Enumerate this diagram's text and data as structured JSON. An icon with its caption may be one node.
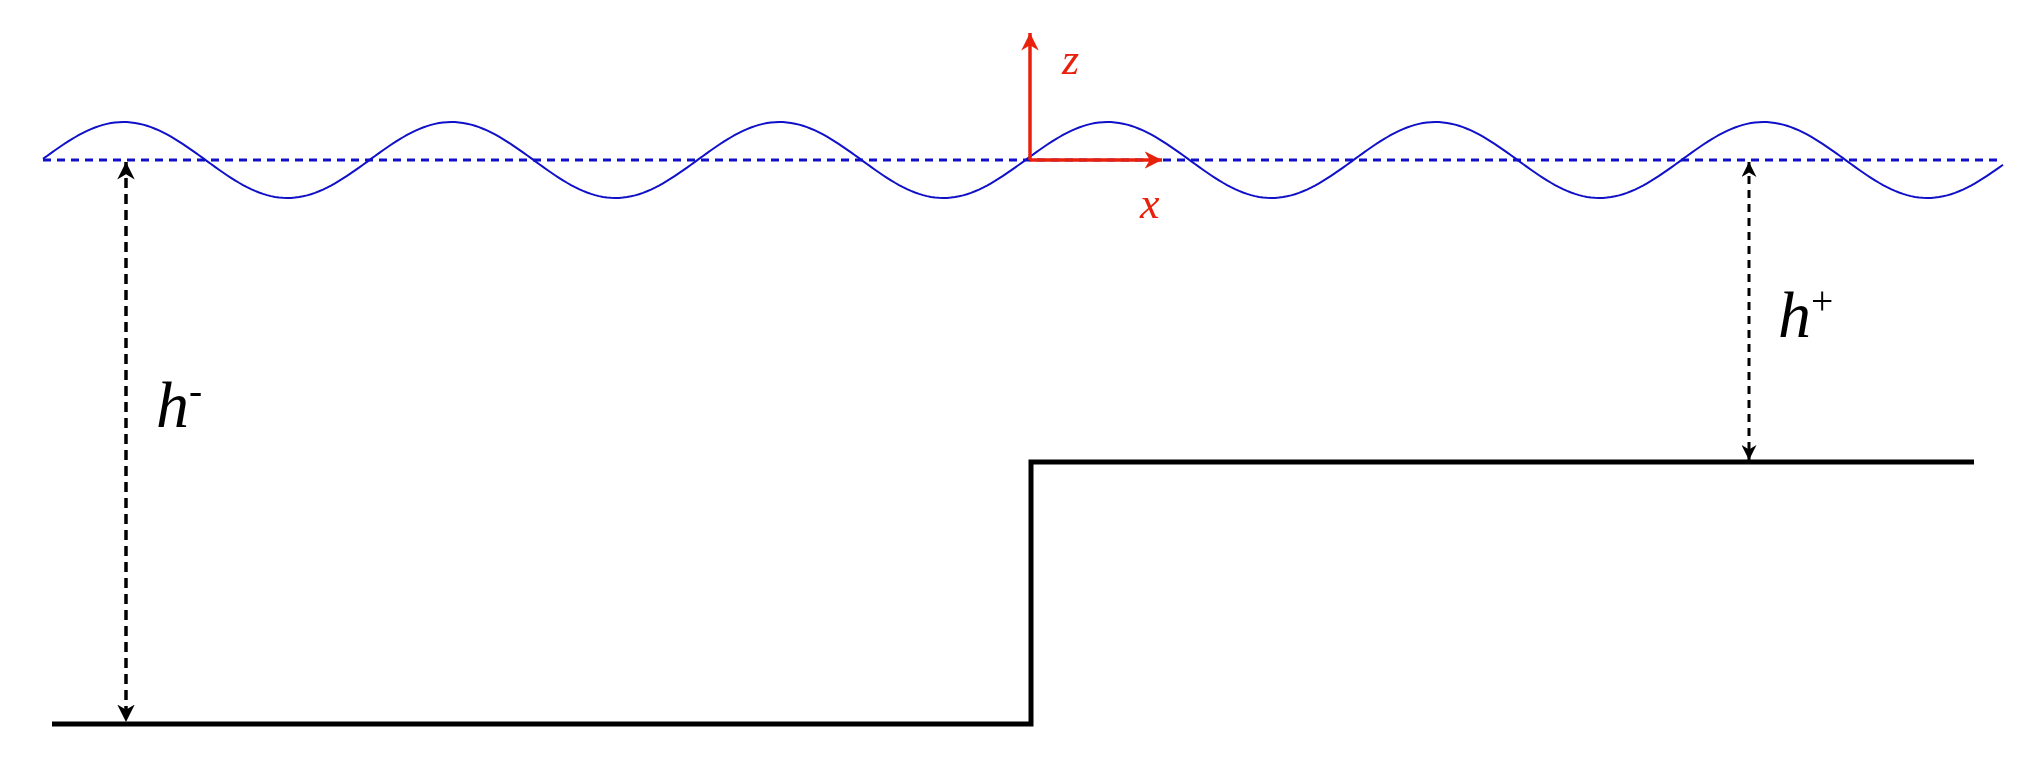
{
  "diagram": {
    "labels": [
      "z",
      "x",
      "h$^{+}$",
      "h$^{-}$"
    ]
  }
}
